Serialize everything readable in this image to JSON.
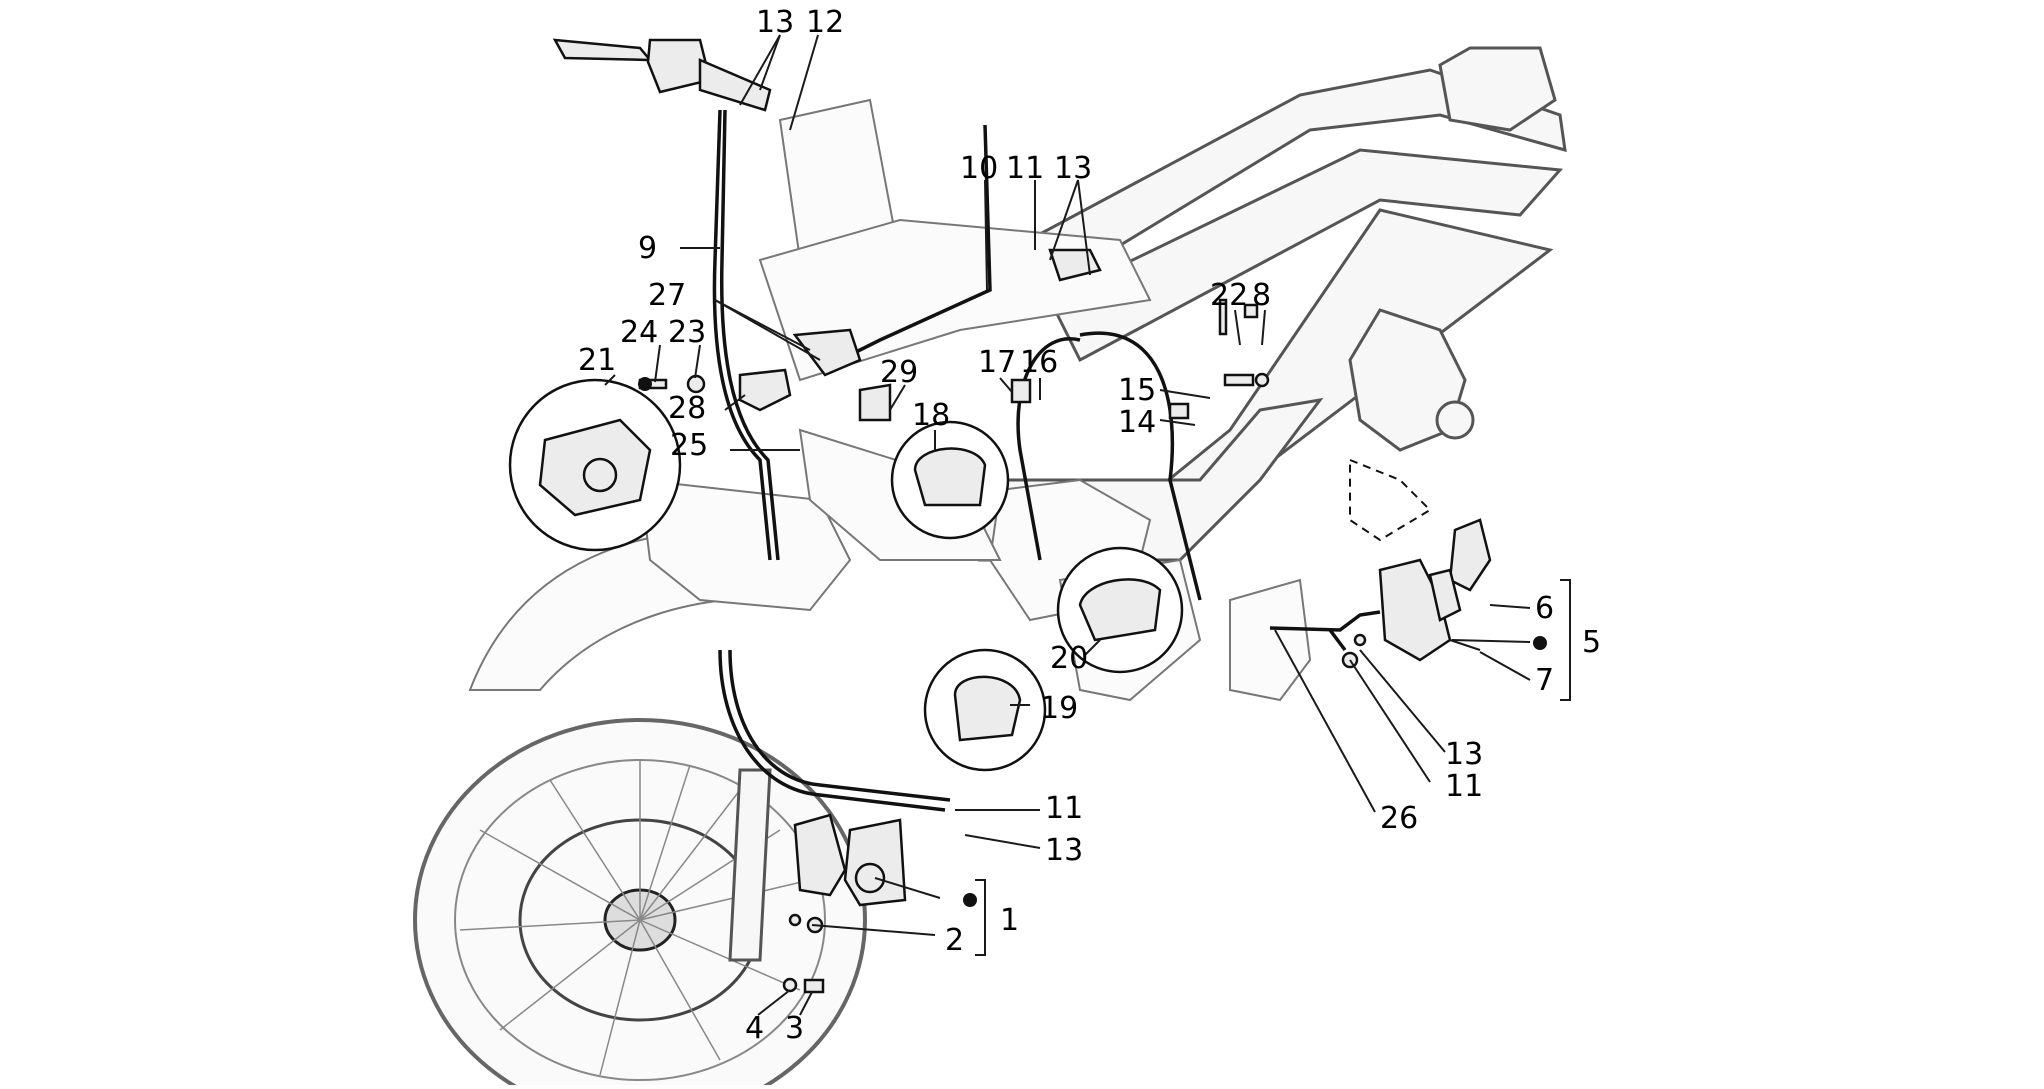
{
  "callouts": [
    {
      "id": "c13a",
      "text": "13"
    },
    {
      "id": "c12",
      "text": "12"
    },
    {
      "id": "c9",
      "text": "9"
    },
    {
      "id": "c27",
      "text": "27"
    },
    {
      "id": "c24",
      "text": "24"
    },
    {
      "id": "c23",
      "text": "23"
    },
    {
      "id": "c21",
      "text": "21"
    },
    {
      "id": "c28",
      "text": "28"
    },
    {
      "id": "c25",
      "text": "25"
    },
    {
      "id": "c10",
      "text": "10"
    },
    {
      "id": "c11a",
      "text": "11"
    },
    {
      "id": "c13b",
      "text": "13"
    },
    {
      "id": "c17",
      "text": "17"
    },
    {
      "id": "c16",
      "text": "16"
    },
    {
      "id": "c29",
      "text": "29"
    },
    {
      "id": "c18",
      "text": "18"
    },
    {
      "id": "c22",
      "text": "22"
    },
    {
      "id": "c8",
      "text": "8"
    },
    {
      "id": "c15",
      "text": "15"
    },
    {
      "id": "c14",
      "text": "14"
    },
    {
      "id": "c6",
      "text": "6"
    },
    {
      "id": "c5",
      "text": "5"
    },
    {
      "id": "c7",
      "text": "7"
    },
    {
      "id": "c20",
      "text": "20"
    },
    {
      "id": "c19",
      "text": "19"
    },
    {
      "id": "c13c",
      "text": "13"
    },
    {
      "id": "c11b",
      "text": "11"
    },
    {
      "id": "c26",
      "text": "26"
    },
    {
      "id": "c11c",
      "text": "11"
    },
    {
      "id": "c13d",
      "text": "13"
    },
    {
      "id": "c1",
      "text": "1"
    },
    {
      "id": "c2",
      "text": "2"
    },
    {
      "id": "c4",
      "text": "4"
    },
    {
      "id": "c3",
      "text": "3"
    }
  ]
}
